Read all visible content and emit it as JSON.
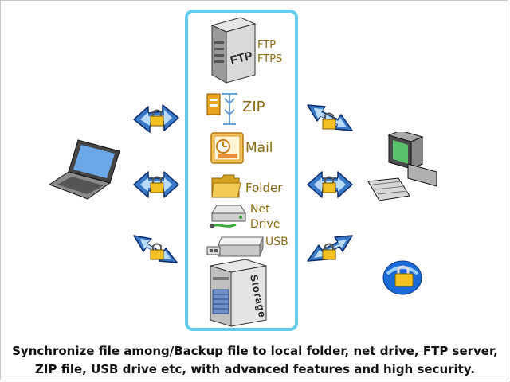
{
  "labels": {
    "ftp": "FTP",
    "ftps": "FTPS",
    "ftp_server_text": "FTP",
    "zip": "ZIP",
    "mail": "Mail",
    "folder": "Folder",
    "net": "Net",
    "drive": "Drive",
    "usb": "USB",
    "storage": "Storage"
  },
  "caption": {
    "line1": "Synchronize file among/Backup file to local folder, net drive, FTP server,",
    "line2": "ZIP file, USB drive etc, with advanced features and high security."
  },
  "colors": {
    "box_border": "#66ccee",
    "label_text": "#8a6b12",
    "arrow_fill": "#3a78c8",
    "lock": "#e8c020"
  },
  "icons": [
    "laptop-icon",
    "desktop-computer-icon",
    "ftp-server-icon",
    "zip-icon",
    "mail-icon",
    "folder-icon",
    "net-drive-icon",
    "usb-drive-icon",
    "storage-server-icon",
    "lock-badge-icon",
    "secure-arrow-icon"
  ]
}
